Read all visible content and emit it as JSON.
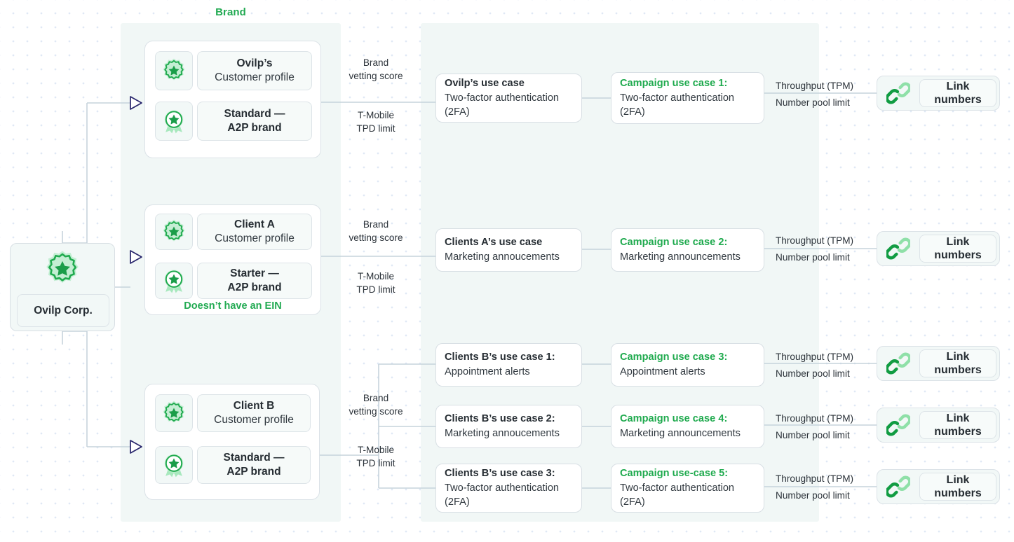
{
  "panels": {
    "brand_caption": "Brand"
  },
  "corp": {
    "icon": "badge-star-icon",
    "name": "Ovilp Corp."
  },
  "brand_groups": [
    {
      "id": "ovilp",
      "profile": {
        "icon": "badge-star-icon",
        "title": "Ovilp’s",
        "subtitle": "Customer profile"
      },
      "brand": {
        "icon": "award-ribbon-icon",
        "line1": "Standard —",
        "line2": "A2P brand"
      },
      "note": ""
    },
    {
      "id": "client-a",
      "profile": {
        "icon": "badge-star-icon",
        "title": "Client A",
        "subtitle": "Customer profile"
      },
      "brand": {
        "icon": "award-ribbon-icon",
        "line1": "Starter —",
        "line2": "A2P brand"
      },
      "note": "Doesn’t have an EIN"
    },
    {
      "id": "client-b",
      "profile": {
        "icon": "badge-star-icon",
        "title": "Client B",
        "subtitle": "Customer profile"
      },
      "brand": {
        "icon": "award-ribbon-icon",
        "line1": "Standard —",
        "line2": "A2P brand"
      },
      "note": ""
    }
  ],
  "brand_edge_labels": [
    {
      "top": "Brand",
      "top2": "vetting score",
      "bottom": "T-Mobile",
      "bottom2": "TPD limit"
    },
    {
      "top": "Brand",
      "top2": "vetting score",
      "bottom": "T-Mobile",
      "bottom2": "TPD limit"
    },
    {
      "top": "Brand",
      "top2": "vetting score",
      "bottom": "T-Mobile",
      "bottom2": "TPD limit"
    }
  ],
  "rows": [
    {
      "use_case": {
        "title": "Ovilp’s use case",
        "body": "Two-factor authentication (2FA)"
      },
      "campaign": {
        "title": "Campaign use case 1:",
        "body": "Two-factor authentication (2FA)"
      },
      "metrics": {
        "throughput": "Throughput (TPM)",
        "pool": "Number pool limit"
      },
      "link": {
        "icon": "link-chain-icon",
        "line1": "Link",
        "line2": "numbers"
      }
    },
    {
      "use_case": {
        "title": "Clients A’s use case",
        "body": "Marketing annoucements"
      },
      "campaign": {
        "title": "Campaign use case 2:",
        "body": "Marketing announcements"
      },
      "metrics": {
        "throughput": "Throughput (TPM)",
        "pool": "Number pool limit"
      },
      "link": {
        "icon": "link-chain-icon",
        "line1": "Link",
        "line2": "numbers"
      }
    },
    {
      "use_case": {
        "title": "Clients B’s use case 1:",
        "body": "Appointment alerts"
      },
      "campaign": {
        "title": "Campaign use case 3:",
        "body": "Appointment alerts"
      },
      "metrics": {
        "throughput": "Throughput (TPM)",
        "pool": "Number pool limit"
      },
      "link": {
        "icon": "link-chain-icon",
        "line1": "Link",
        "line2": "numbers"
      }
    },
    {
      "use_case": {
        "title": "Clients B’s use case 2:",
        "body": "Marketing annoucements"
      },
      "campaign": {
        "title": "Campaign use case 4:",
        "body": "Marketing announcements"
      },
      "metrics": {
        "throughput": "Throughput (TPM)",
        "pool": "Number pool limit"
      },
      "link": {
        "icon": "link-chain-icon",
        "line1": "Link",
        "line2": "numbers"
      }
    },
    {
      "use_case": {
        "title": "Clients B’s use case 3:",
        "body": "Two-factor authentication (2FA)"
      },
      "campaign": {
        "title": "Campaign use-case 5:",
        "body": "Two-factor authentication (2FA)"
      },
      "metrics": {
        "throughput": "Throughput (TPM)",
        "pool": "Number pool limit"
      },
      "link": {
        "icon": "link-chain-icon",
        "line1": "Link",
        "line2": "numbers"
      }
    }
  ],
  "colors": {
    "accent_green": "#1faa4e",
    "light_green": "#8fe0a8",
    "panel_bg": "#f1f7f6",
    "wire": "#c6d3dc",
    "arrow_stroke": "#27246b",
    "text": "#262d33"
  }
}
